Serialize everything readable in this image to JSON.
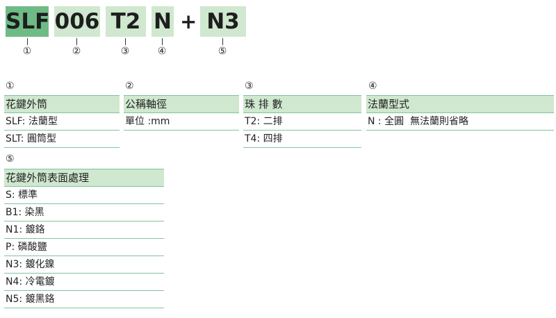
{
  "code": {
    "parts": [
      "SLF",
      "006",
      "T2",
      "N",
      "N3"
    ],
    "plus": "+",
    "markers": [
      "①",
      "②",
      "③",
      "④",
      "⑤"
    ]
  },
  "groups": [
    {
      "num": "①",
      "header": "花鍵外筒",
      "rows": [
        "SLF: 法蘭型",
        "SLT: 圓筒型"
      ]
    },
    {
      "num": "②",
      "header": "公稱軸徑",
      "rows": [
        "單位 :mm"
      ]
    },
    {
      "num": "③",
      "header": "珠 排 數",
      "rows": [
        "T2: 二排",
        "T4: 四排"
      ]
    },
    {
      "num": "④",
      "header": "法蘭型式",
      "rows": [
        "N : 全圓  無法蘭則省略"
      ]
    },
    {
      "num": "⑤",
      "header": "花鍵外筒表面處理",
      "rows": [
        "S: 標準",
        "B1: 染黑",
        "N1: 鍍鉻",
        "P: 磷酸鹽",
        "N3: 鍍化鎳",
        "N4: 冷電鍍",
        "N5: 鍍黑鉻"
      ]
    }
  ],
  "colors": {
    "header_bg": "#cfe8cf",
    "accent_box": "#6fbb86",
    "rule": "#7fc39a"
  }
}
